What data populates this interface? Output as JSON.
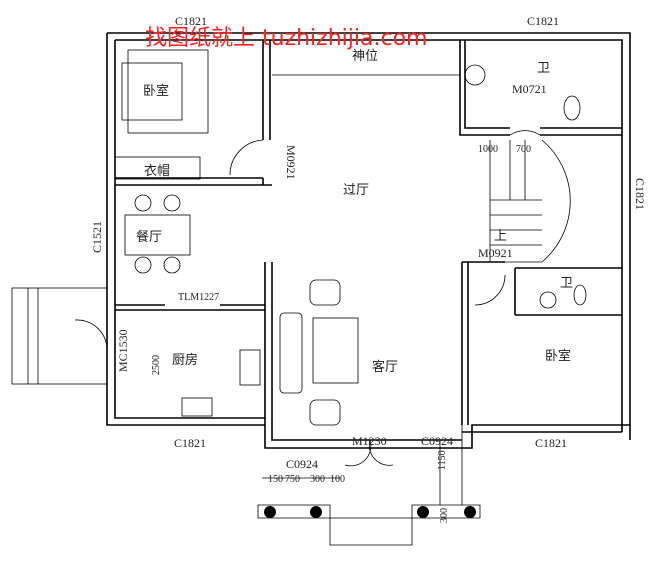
{
  "watermark": "找图纸就上 tuzhizhijia.com",
  "rooms": {
    "shrine": "神位",
    "bath_top": "卫",
    "bedroom_left": "卧室",
    "wardrobe": "衣帽",
    "hall": "过厅",
    "dining": "餐厅",
    "bath_right": "卫",
    "kitchen": "厨房",
    "living": "客厅",
    "bedroom_right": "卧室",
    "stair_up": "上"
  },
  "labels": {
    "window_top_left": "C1821",
    "window_top_right": "C1821",
    "door_bath_top": "M0721",
    "door_bedroom_left": "M0921",
    "window_right": "C1821",
    "window_dining": "C1521",
    "door_bedroom_right": "M0921",
    "door_kitchen_slide": "TLM1227",
    "door_kitchen_side": "MC1530",
    "window_kitchen": "C1821",
    "door_main": "M1230",
    "window_living_right": "C0924",
    "window_bedroom_right": "C1821",
    "window_living_left": "C0924"
  },
  "dimensions": {
    "stair_a": "1000",
    "stair_b": "700",
    "kitchen": "2500",
    "porch_a": "150",
    "porch_b": "750",
    "porch_c": "300",
    "porch_d": "100",
    "porch_depth": "1150",
    "column": "300"
  }
}
